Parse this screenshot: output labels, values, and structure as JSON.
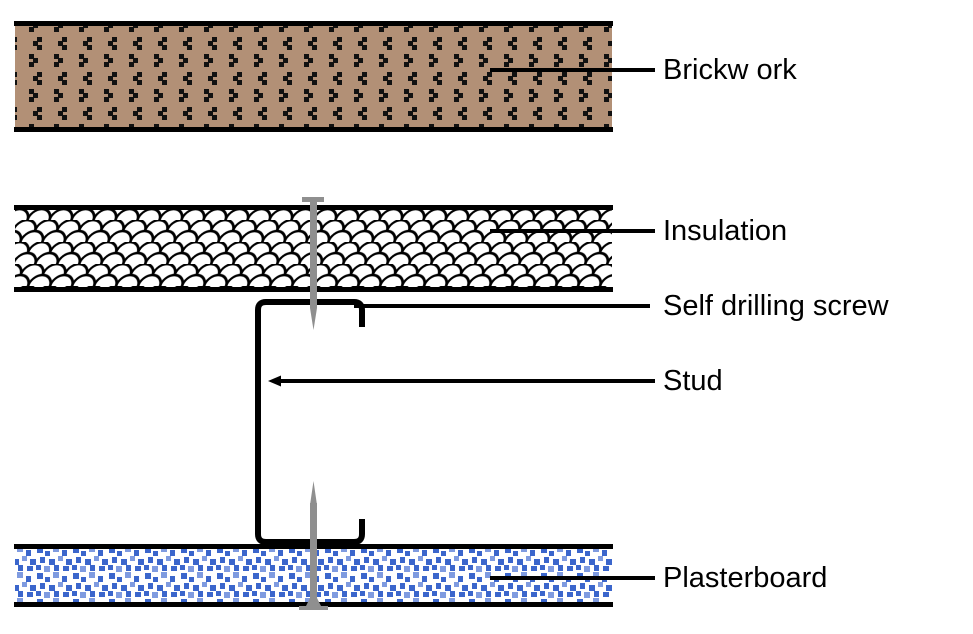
{
  "diagram": {
    "type": "wall-section-construction-detail",
    "labels": {
      "brickwork": "Brickw ork",
      "insulation": "Insulation",
      "screw": "Self drilling screw",
      "stud": "Stud",
      "plasterboard": "Plasterboard"
    },
    "colors": {
      "brick_fill": "#b29076",
      "pattern_marks": "#111111",
      "plasterboard_square": "#3b66cc",
      "plasterboard_square_light": "#7f9be0",
      "screw_gray": "#8f8f8f",
      "line": "#000000",
      "background": "#ffffff"
    }
  }
}
